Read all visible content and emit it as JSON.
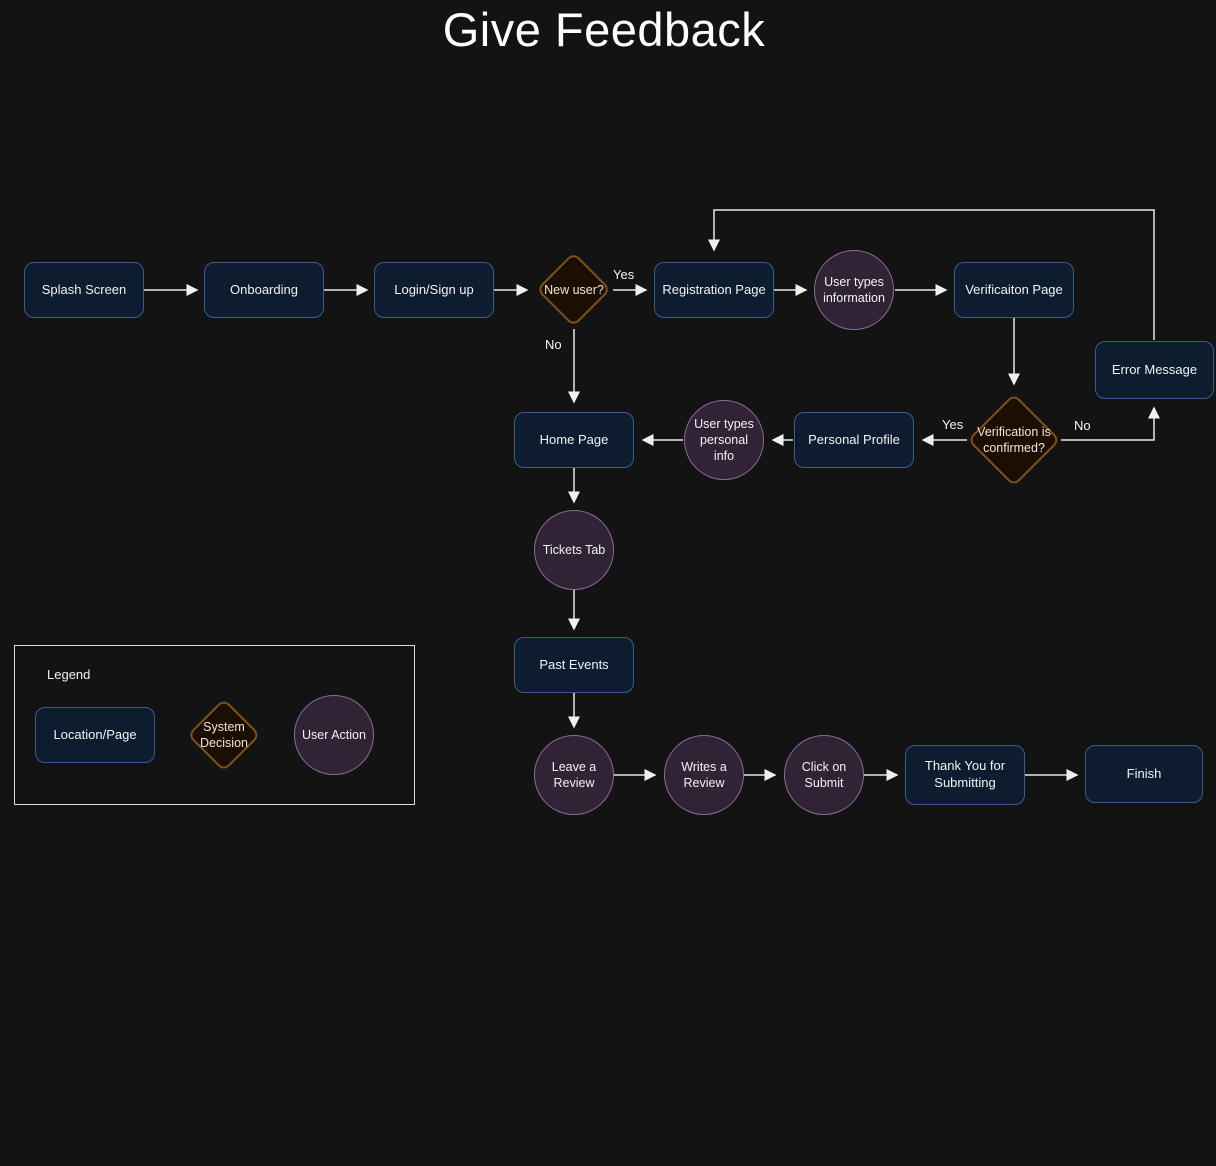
{
  "title": "Give Feedback",
  "colors": {
    "background": "#131313",
    "page_fill": "#0e1c30",
    "page_border": "#3d5c8e",
    "decision_fill": "#1c0e03",
    "decision_border": "#7d5418",
    "action_fill": "#302336",
    "action_border": "#8d6a96",
    "line": "#e8e8e8"
  },
  "nodes": {
    "splash_screen": "Splash Screen",
    "onboarding": "Onboarding",
    "login_signup": "Login/Sign up",
    "new_user": "New user?",
    "registration_page": "Registration Page",
    "user_types_information": "User types information",
    "verification_page": "Verificaiton Page",
    "error_message": "Error Message",
    "home_page": "Home Page",
    "user_types_personal_info": "User types personal info",
    "personal_profile": "Personal Profile",
    "verification_confirmed": "Verification is confirmed?",
    "tickets_tab": "Tickets Tab",
    "past_events": "Past Events",
    "leave_review": "Leave a Review",
    "writes_review": "Writes a Review",
    "click_submit": "Click on Submit",
    "thank_you": "Thank You for Submitting",
    "finish": "Finish"
  },
  "edge_labels": {
    "new_user_yes": "Yes",
    "new_user_no": "No",
    "verification_yes": "Yes",
    "verification_no": "No"
  },
  "legend": {
    "title": "Legend",
    "location_page": "Location/Page",
    "system_decision": "System Decision",
    "user_action": "User Action"
  }
}
